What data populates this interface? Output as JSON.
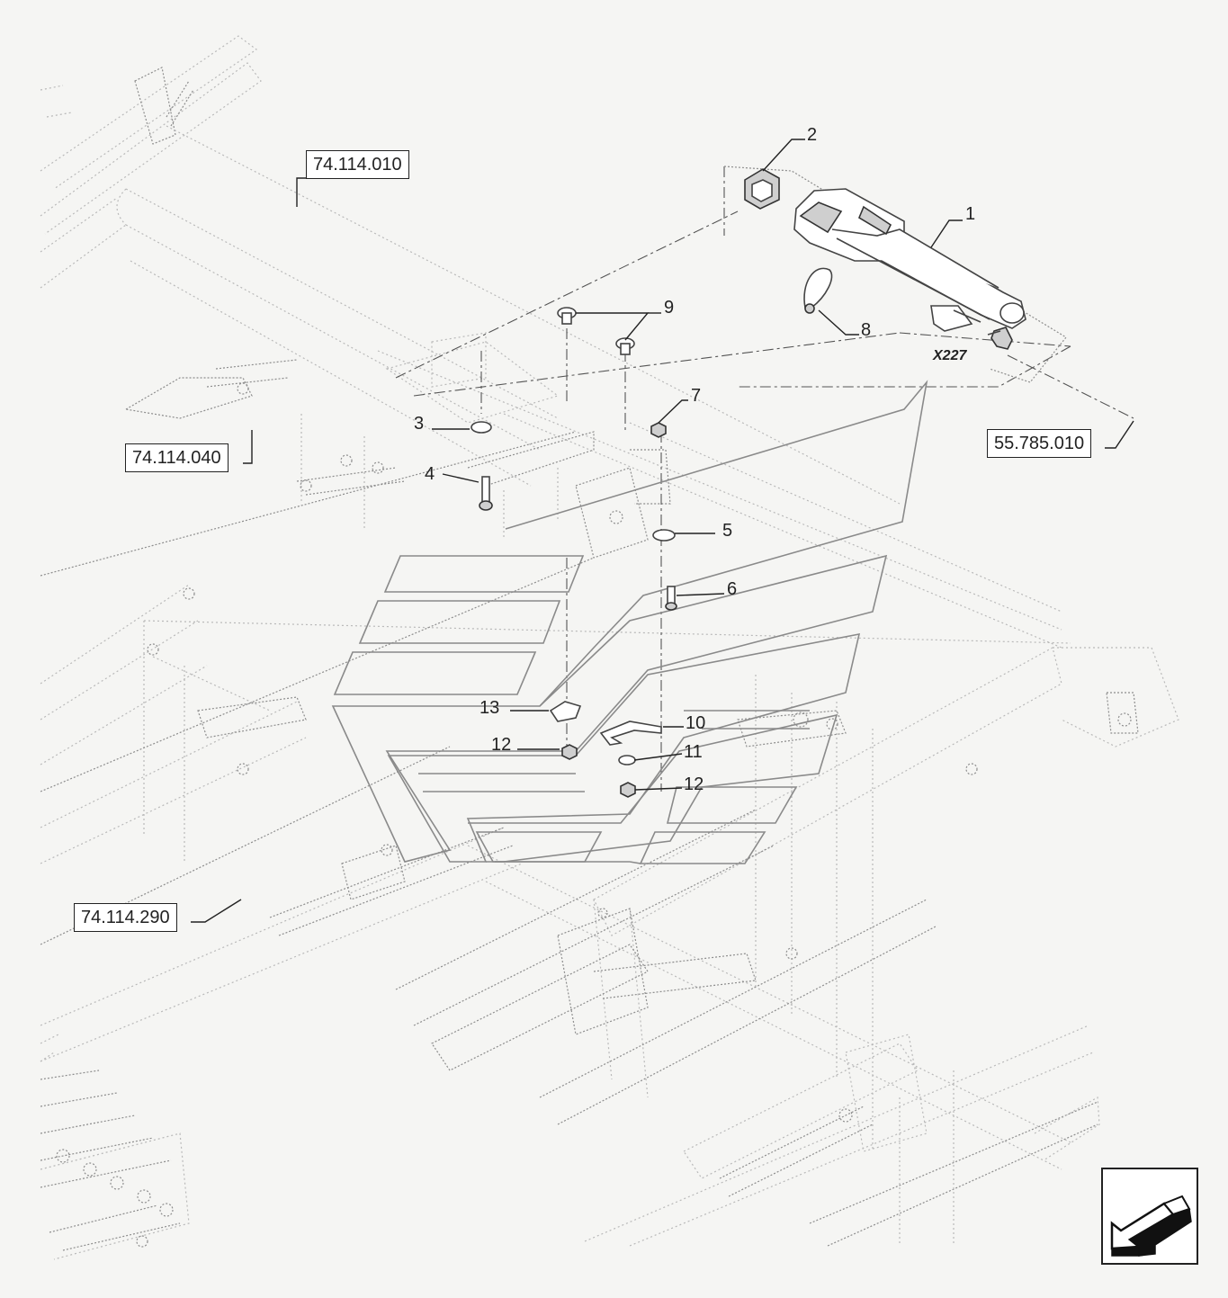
{
  "references": [
    {
      "id": "ref-74-114-010",
      "label": "74.114.010"
    },
    {
      "id": "ref-74-114-040",
      "label": "74.114.040"
    },
    {
      "id": "ref-55-785-010",
      "label": "55.785.010"
    },
    {
      "id": "ref-74-114-290",
      "label": "74.114.290"
    }
  ],
  "callouts": [
    "1",
    "2",
    "3",
    "4",
    "5",
    "6",
    "7",
    "8",
    "9",
    "10",
    "11",
    "12",
    "12",
    "13"
  ],
  "connector_label": "X227",
  "icons": {
    "navigation": "back-arrow-icon"
  },
  "colors": {
    "background": "#f5f5f3",
    "ink": "#222222",
    "ghost": "#b9b9b9",
    "decal": "#8a8a8a"
  }
}
